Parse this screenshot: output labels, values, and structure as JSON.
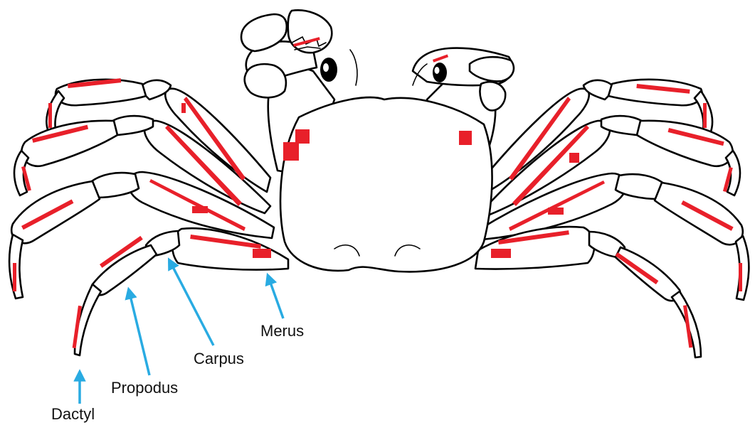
{
  "diagram": {
    "labels": {
      "merus": "Merus",
      "carpus": "Carpus",
      "propodus": "Propodus",
      "dactyl": "Dactyl"
    },
    "colors": {
      "muscle": "#e8202a",
      "arrow": "#29abe2",
      "outline": "#000000",
      "background": "#ffffff"
    }
  }
}
